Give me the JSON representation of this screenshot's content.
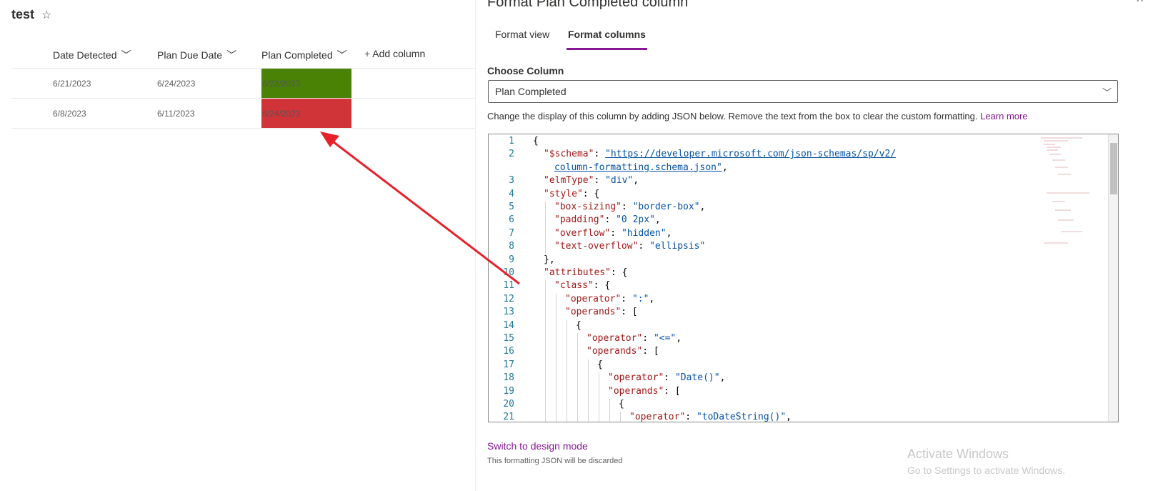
{
  "list": {
    "title": "test",
    "columns": [
      "Date Detected",
      "Plan Due Date",
      "Plan Completed"
    ],
    "add_column": "Add column",
    "rows": [
      {
        "date_detected": "6/21/2023",
        "plan_due_date": "6/24/2023",
        "plan_completed": "6/22/2023",
        "status_color": "#498205"
      },
      {
        "date_detected": "6/8/2023",
        "plan_due_date": "6/11/2023",
        "plan_completed": "6/24/2023",
        "status_color": "#d13438"
      }
    ]
  },
  "panel": {
    "title": "Format Plan Completed column",
    "tabs": [
      "Format view",
      "Format columns"
    ],
    "active_tab": "Format columns",
    "choose_label": "Choose Column",
    "selected_column": "Plan Completed",
    "description": "Change the display of this column by adding JSON below. Remove the text from the box to clear the custom formatting.",
    "learn_more": "Learn more",
    "switch_mode": "Switch to design mode",
    "switch_note": "This formatting JSON will be discarded",
    "accent": "#881798"
  },
  "code_lines": [
    {
      "n": "1",
      "i": 0,
      "t": [
        [
          "p",
          "{"
        ]
      ]
    },
    {
      "n": "2",
      "i": 1,
      "t": [
        [
          "k",
          "\"$schema\""
        ],
        [
          "p",
          ": "
        ],
        [
          "u",
          "\"https://developer.microsoft.com/json-schemas/sp/v2/"
        ]
      ]
    },
    {
      "n": "",
      "i": 2,
      "t": [
        [
          "u",
          "column-formatting.schema.json\""
        ],
        [
          "p",
          ","
        ]
      ]
    },
    {
      "n": "3",
      "i": 1,
      "t": [
        [
          "k",
          "\"elmType\""
        ],
        [
          "p",
          ": "
        ],
        [
          "s",
          "\"div\""
        ],
        [
          "p",
          ","
        ]
      ]
    },
    {
      "n": "4",
      "i": 1,
      "t": [
        [
          "k",
          "\"style\""
        ],
        [
          "p",
          ": {"
        ]
      ]
    },
    {
      "n": "5",
      "i": 2,
      "t": [
        [
          "k",
          "\"box-sizing\""
        ],
        [
          "p",
          ": "
        ],
        [
          "s",
          "\"border-box\""
        ],
        [
          "p",
          ","
        ]
      ]
    },
    {
      "n": "6",
      "i": 2,
      "t": [
        [
          "k",
          "\"padding\""
        ],
        [
          "p",
          ": "
        ],
        [
          "s",
          "\"0 2px\""
        ],
        [
          "p",
          ","
        ]
      ]
    },
    {
      "n": "7",
      "i": 2,
      "t": [
        [
          "k",
          "\"overflow\""
        ],
        [
          "p",
          ": "
        ],
        [
          "s",
          "\"hidden\""
        ],
        [
          "p",
          ","
        ]
      ]
    },
    {
      "n": "8",
      "i": 2,
      "t": [
        [
          "k",
          "\"text-overflow\""
        ],
        [
          "p",
          ": "
        ],
        [
          "s",
          "\"ellipsis\""
        ]
      ]
    },
    {
      "n": "9",
      "i": 1,
      "t": [
        [
          "p",
          "},"
        ]
      ]
    },
    {
      "n": "10",
      "i": 1,
      "t": [
        [
          "k",
          "\"attributes\""
        ],
        [
          "p",
          ": {"
        ]
      ]
    },
    {
      "n": "11",
      "i": 2,
      "t": [
        [
          "k",
          "\"class\""
        ],
        [
          "p",
          ": {"
        ]
      ]
    },
    {
      "n": "12",
      "i": 3,
      "t": [
        [
          "k",
          "\"operator\""
        ],
        [
          "p",
          ": "
        ],
        [
          "s",
          "\":\""
        ],
        [
          "p",
          ","
        ]
      ]
    },
    {
      "n": "13",
      "i": 3,
      "t": [
        [
          "k",
          "\"operands\""
        ],
        [
          "p",
          ": ["
        ]
      ]
    },
    {
      "n": "14",
      "i": 4,
      "t": [
        [
          "p",
          "{"
        ]
      ]
    },
    {
      "n": "15",
      "i": 5,
      "t": [
        [
          "k",
          "\"operator\""
        ],
        [
          "p",
          ": "
        ],
        [
          "s",
          "\"<=\""
        ],
        [
          "p",
          ","
        ]
      ]
    },
    {
      "n": "16",
      "i": 5,
      "t": [
        [
          "k",
          "\"operands\""
        ],
        [
          "p",
          ": ["
        ]
      ]
    },
    {
      "n": "17",
      "i": 6,
      "t": [
        [
          "p",
          "{"
        ]
      ]
    },
    {
      "n": "18",
      "i": 7,
      "t": [
        [
          "k",
          "\"operator\""
        ],
        [
          "p",
          ": "
        ],
        [
          "s",
          "\"Date()\""
        ],
        [
          "p",
          ","
        ]
      ]
    },
    {
      "n": "19",
      "i": 7,
      "t": [
        [
          "k",
          "\"operands\""
        ],
        [
          "p",
          ": ["
        ]
      ]
    },
    {
      "n": "20",
      "i": 8,
      "t": [
        [
          "p",
          "{"
        ]
      ]
    },
    {
      "n": "21",
      "i": 9,
      "t": [
        [
          "k",
          "\"operator\""
        ],
        [
          "p",
          ": "
        ],
        [
          "s",
          "\"toDateString()\""
        ],
        [
          "p",
          ","
        ]
      ]
    }
  ],
  "watermark": {
    "line1": "Activate Windows",
    "line2": "Go to Settings to activate Windows."
  }
}
